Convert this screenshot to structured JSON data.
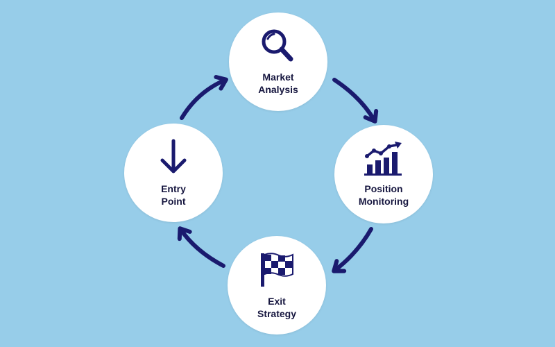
{
  "colors": {
    "background": "#97cde9",
    "node": "#ffffff",
    "accent": "#1a1a6e",
    "text": "#16163f"
  },
  "nodes": {
    "market": {
      "icon": "magnifier-icon",
      "line1": "Market",
      "line2": "Analysis"
    },
    "position": {
      "icon": "bar-chart-trend-icon",
      "line1": "Position",
      "line2": "Monitoring"
    },
    "exit": {
      "icon": "checkered-flag-icon",
      "line1": "Exit",
      "line2": "Strategy"
    },
    "entry": {
      "icon": "down-arrow-icon",
      "line1": "Entry",
      "line2": "Point"
    }
  },
  "flow": [
    "market",
    "position",
    "exit",
    "entry"
  ]
}
